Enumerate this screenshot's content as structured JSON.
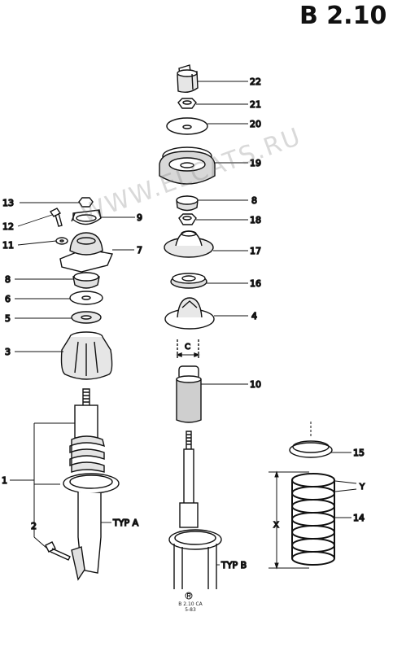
{
  "header": {
    "page_code": "B 2.10"
  },
  "watermark": "WWW.ELCATS.RU",
  "labels": {
    "c": "C",
    "x": "X",
    "y": "Y",
    "typ_a": "TYP A",
    "typ_b": "TYP B",
    "frag": "1"
  },
  "callouts": {
    "n22": "22",
    "n21": "21",
    "n20": "20",
    "n19": "19",
    "n8b": "8",
    "n18": "18",
    "n17": "17",
    "n16": "16",
    "n4": "4",
    "n10": "10",
    "n15": "15",
    "n14": "14",
    "n13": "13",
    "n9": "9",
    "n12": "12",
    "n11": "11",
    "n7": "7",
    "n8a": "8",
    "n6": "6",
    "n5": "5",
    "n3": "3",
    "n2": "2"
  },
  "credit": {
    "code": "B 2.10 CA",
    "date": "5-83"
  },
  "colors": {
    "ink": "#111111",
    "callout": "#1a1aa0",
    "watermark": "#9a9a9a"
  }
}
